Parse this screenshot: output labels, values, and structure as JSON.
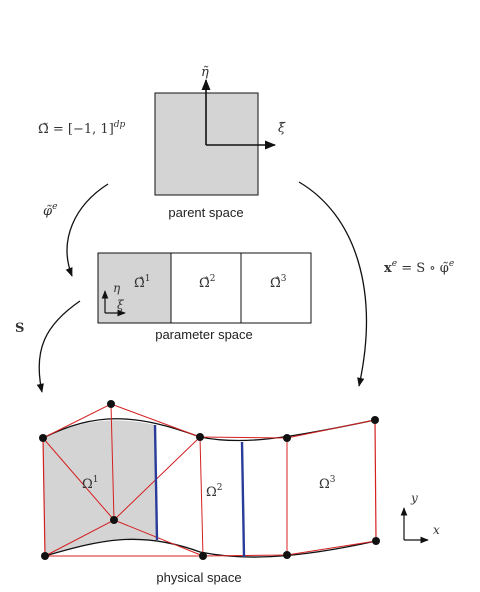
{
  "labels": {
    "parent_space": "parent space",
    "parameter_space": "parameter space",
    "physical_space": "physical space",
    "parent_domain": "Ω̃ = [−1, 1]",
    "parent_domain_exp": "dp",
    "eta_tilde": "η̃",
    "xi_tilde": "ξ̃",
    "phi_tilde_e": "φ̃",
    "phi_exp": "e",
    "S": "S",
    "map_lhs": "x",
    "map_lhs_exp": "e",
    "map_rhs": " = S ∘ φ̃",
    "map_rhs_exp": "e",
    "eta": "η",
    "xi": "ξ",
    "x": "x",
    "y": "y"
  },
  "parameter_cells": [
    {
      "label": "Ω̂",
      "exp": "1"
    },
    {
      "label": "Ω̂",
      "exp": "2"
    },
    {
      "label": "Ω̂",
      "exp": "3"
    }
  ],
  "physical_elements": [
    {
      "label": "Ω",
      "exp": "1"
    },
    {
      "label": "Ω",
      "exp": "2"
    },
    {
      "label": "Ω",
      "exp": "3"
    }
  ],
  "colors": {
    "fill_gray": "#d4d4d4",
    "line_black": "#111111",
    "control_red": "#d42020",
    "knot_blue": "#2a3c9a",
    "point": "#111111"
  }
}
